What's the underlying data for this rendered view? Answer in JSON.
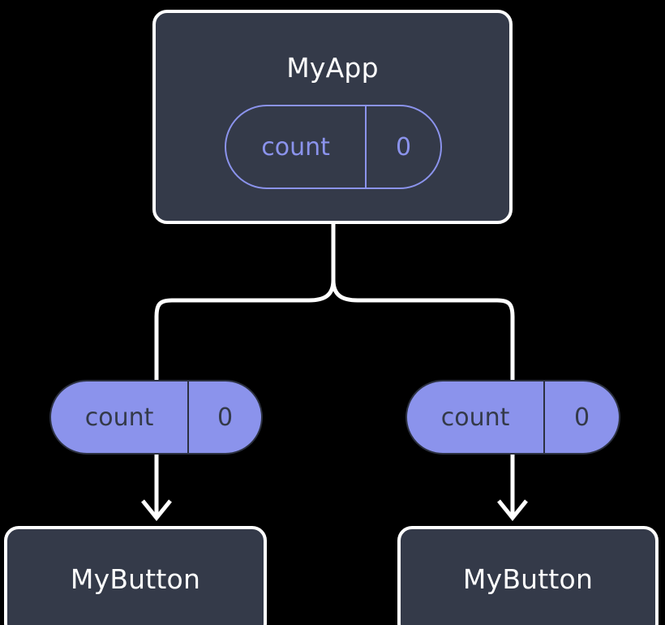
{
  "diagram": {
    "type": "component-state-tree",
    "background_color": "#000000",
    "palette": {
      "node_fill": "#343a49",
      "node_border": "#ffffff",
      "accent_purple": "#8b93ec",
      "pill_text_dark": "#343a49",
      "connector": "#ffffff"
    },
    "root": {
      "id": "myapp",
      "title": "MyApp",
      "state_pill": {
        "key": "count",
        "value": "0",
        "style": "outlined"
      }
    },
    "branches": [
      {
        "id": "left",
        "state_pill": {
          "key": "count",
          "value": "0",
          "style": "filled"
        },
        "child": {
          "id": "mybutton-left",
          "title": "MyButton"
        }
      },
      {
        "id": "right",
        "state_pill": {
          "key": "count",
          "value": "0",
          "style": "filled"
        },
        "child": {
          "id": "mybutton-right",
          "title": "MyButton"
        }
      }
    ],
    "connectors": {
      "trunk_label": "state-flow-trunk",
      "left_branch_label": "state-flow-branch-left",
      "right_branch_label": "state-flow-branch-right",
      "left_arrow_label": "prop-arrow-left",
      "right_arrow_label": "prop-arrow-right"
    }
  }
}
